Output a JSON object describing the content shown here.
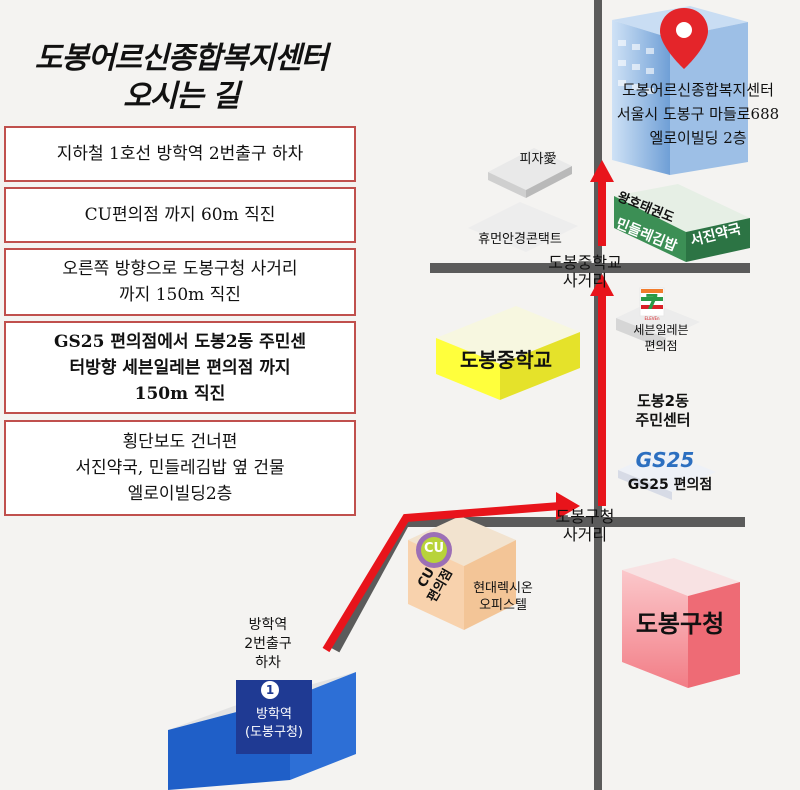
{
  "title": {
    "line1": "도봉어르신종합복지센터",
    "line2": "오시는 길"
  },
  "steps": [
    "지하철 1호선 방학역 2번출구 하차",
    "CU편의점 까지 60m 직진",
    "오른쪽 방향으로 도봉구청 사거리\n까지 150m 직진",
    "GS25 편의점에서 도봉2동 주민센\n터방향 세븐일레븐 편의점 까지\n150m 직진",
    "횡단보도 건너편\n서진약국, 민들레김밥 옆 건물\n엘로이빌딩2층"
  ],
  "map": {
    "destination": {
      "name": "도봉어르신종합복지센터",
      "address": "서울시 도봉구 마들로688",
      "building": "엘로이빌딩 2층"
    },
    "places": {
      "pizza": "피자愛",
      "humen": "휴먼안경콘택트",
      "wangho": "왕호태권도",
      "mindeulle": "민들레김밥",
      "seojin": "서진약국",
      "dobong_middle_school": "도봉중학교",
      "seven_eleven": "세븐일레븐\n편의점",
      "seven_logo": "7",
      "seven_logo_text": "ELEVEn",
      "community_center": "도봉2동\n주민센터",
      "gs25_logo": "GS25",
      "gs25": "GS25 편의점",
      "cu_logo": "CU",
      "cu": "CU\n편의점",
      "hyundai": "현대렉시온\n오피스텔",
      "dobong_gu_office": "도봉구청",
      "station_exit": "방학역\n2번출구\n하차",
      "station_number": "1",
      "station_name": "방학역\n(도봉구청)"
    },
    "intersections": {
      "middle_school": "도봉중학교\n사거리",
      "gu_office": "도봉구청\n사거리"
    }
  },
  "colors": {
    "route": "#e8141b",
    "road": "#5b5b5b",
    "step_border": "#c0504d",
    "subway_blue": "#1f5fc8",
    "school_yellow": "#ffff3c",
    "gu_office_pink": "#f7a1a7"
  }
}
